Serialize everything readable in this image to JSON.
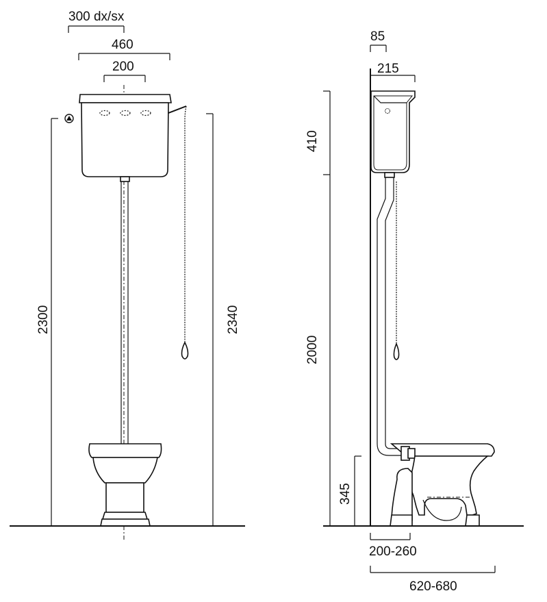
{
  "front_view": {
    "dim_top_offset": "300 dx/sx",
    "dim_cistern_width": "460",
    "dim_inner_width": "200",
    "dim_left_height": "2300",
    "dim_right_height": "2340"
  },
  "side_view": {
    "dim_wall_gap": "85",
    "dim_cistern_depth": "215",
    "dim_cistern_height": "410",
    "dim_cistern_elevation": "2000",
    "dim_bowl_height": "345",
    "dim_outlet_distance": "200-260",
    "dim_bowl_length": "620-680"
  }
}
